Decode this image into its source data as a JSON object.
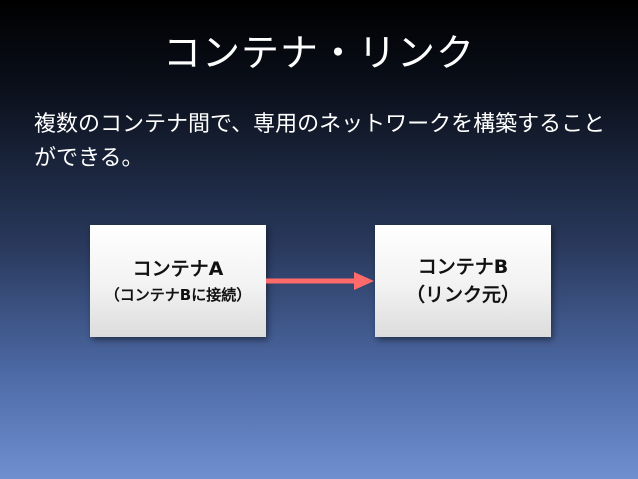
{
  "slide": {
    "title": "コンテナ・リンク",
    "body": "複数のコンテナ間で、専用のネットワークを構築することができる。"
  },
  "diagram": {
    "box_a": {
      "label": "コンテナA",
      "sublabel": "（コンテナBに接続）"
    },
    "box_b": {
      "label": "コンテナB",
      "sublabel": "（リンク元）"
    },
    "arrow_color": "#ff6b6b"
  }
}
